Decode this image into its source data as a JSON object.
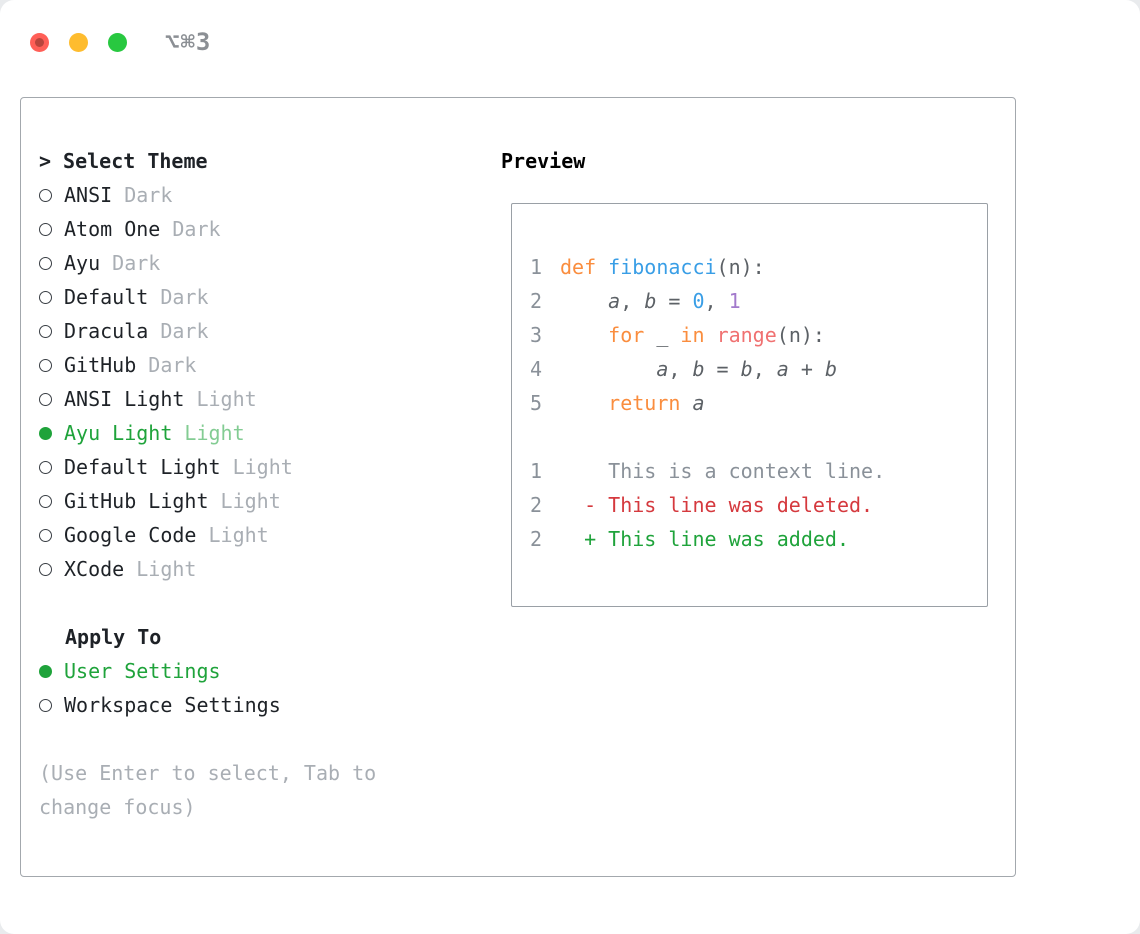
{
  "colors": {
    "green": "#1fa33b",
    "red-diff": "#d5393e",
    "orange": "#fa8d3e",
    "blue": "#399ee6",
    "purple": "#a37acc",
    "pink": "#f07171",
    "code-fg": "#5c6166",
    "gutter": "#8a9199",
    "muted": "#a9aeb4",
    "ink": "#1e2227",
    "border": "#a3a8ad",
    "light-red": "#ff5f57",
    "light-yellow": "#febc2e",
    "light-green": "#28c840"
  },
  "titlebar": {
    "shortcut": "⌥⌘3"
  },
  "theme_picker": {
    "prompt": ">",
    "title": "Select Theme",
    "items": [
      {
        "name": "ANSI",
        "variant": "Dark",
        "selected": false
      },
      {
        "name": "Atom One",
        "variant": "Dark",
        "selected": false
      },
      {
        "name": "Ayu",
        "variant": "Dark",
        "selected": false
      },
      {
        "name": "Default",
        "variant": "Dark",
        "selected": false
      },
      {
        "name": "Dracula",
        "variant": "Dark",
        "selected": false
      },
      {
        "name": "GitHub",
        "variant": "Dark",
        "selected": false
      },
      {
        "name": "ANSI Light",
        "variant": "Light",
        "selected": false
      },
      {
        "name": "Ayu Light",
        "variant": "Light",
        "selected": true
      },
      {
        "name": "Default Light",
        "variant": "Light",
        "selected": false
      },
      {
        "name": "GitHub Light",
        "variant": "Light",
        "selected": false
      },
      {
        "name": "Google Code",
        "variant": "Light",
        "selected": false
      },
      {
        "name": "XCode",
        "variant": "Light",
        "selected": false
      }
    ],
    "apply_to": {
      "title": "Apply To",
      "options": [
        {
          "label": "User Settings",
          "selected": true
        },
        {
          "label": "Workspace Settings",
          "selected": false
        }
      ]
    },
    "hint": "(Use Enter to select, Tab to change focus)"
  },
  "preview": {
    "title": "Preview",
    "code": [
      {
        "num": "1",
        "tokens": [
          {
            "t": "def ",
            "c": "kw"
          },
          {
            "t": "fibonacci",
            "c": "fn"
          },
          {
            "t": "(n):",
            "c": "fg"
          }
        ]
      },
      {
        "num": "2",
        "tokens": [
          {
            "t": "    ",
            "c": "fg"
          },
          {
            "t": "a",
            "c": "var"
          },
          {
            "t": ", ",
            "c": "fg"
          },
          {
            "t": "b",
            "c": "var"
          },
          {
            "t": " = ",
            "c": "fg"
          },
          {
            "t": "0",
            "c": "num0"
          },
          {
            "t": ", ",
            "c": "fg"
          },
          {
            "t": "1",
            "c": "num1"
          }
        ]
      },
      {
        "num": "3",
        "tokens": [
          {
            "t": "    ",
            "c": "fg"
          },
          {
            "t": "for",
            "c": "kw"
          },
          {
            "t": " _ ",
            "c": "fg"
          },
          {
            "t": "in",
            "c": "kw"
          },
          {
            "t": " ",
            "c": "fg"
          },
          {
            "t": "range",
            "c": "pink"
          },
          {
            "t": "(n):",
            "c": "fg"
          }
        ]
      },
      {
        "num": "4",
        "tokens": [
          {
            "t": "        ",
            "c": "fg"
          },
          {
            "t": "a",
            "c": "var"
          },
          {
            "t": ", ",
            "c": "fg"
          },
          {
            "t": "b",
            "c": "var"
          },
          {
            "t": " = ",
            "c": "fg"
          },
          {
            "t": "b",
            "c": "var"
          },
          {
            "t": ", ",
            "c": "fg"
          },
          {
            "t": "a",
            "c": "var"
          },
          {
            "t": " + ",
            "c": "fg"
          },
          {
            "t": "b",
            "c": "var"
          }
        ]
      },
      {
        "num": "5",
        "tokens": [
          {
            "t": "    ",
            "c": "fg"
          },
          {
            "t": "return",
            "c": "kw"
          },
          {
            "t": " ",
            "c": "fg"
          },
          {
            "t": "a",
            "c": "var"
          }
        ]
      }
    ],
    "diff": [
      {
        "num": "1",
        "text": "    This is a context line.",
        "type": "context"
      },
      {
        "num": "2",
        "text": "  - This line was deleted.",
        "type": "deleted"
      },
      {
        "num": "2",
        "text": "  + This line was added.",
        "type": "added"
      }
    ]
  }
}
